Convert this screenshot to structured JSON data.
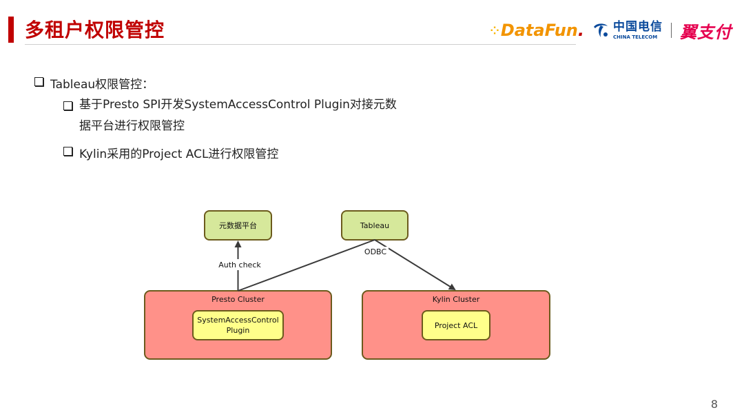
{
  "header": {
    "title": "多租户权限管控",
    "logos": {
      "datafun": "DataFun",
      "datafun_period": ".",
      "telecom_cn": "中国电信",
      "telecom_en": "CHINA TELECOM",
      "bestpay": "翼支付"
    }
  },
  "bullets": {
    "item1": "Tableau权限管控：",
    "item1_sub1_line1": "基于Presto SPI开发SystemAccessControl Plugin对接元数",
    "item1_sub1_line2": "据平台进行权限管控",
    "item1_sub2": "Kylin采用的Project ACL进行权限管控"
  },
  "diagram": {
    "nodes": {
      "metadata_platform": "元数据平台",
      "tableau": "Tableau",
      "presto_cluster": "Presto Cluster",
      "plugin_line1": "SystemAccessControl",
      "plugin_line2": "Plugin",
      "kylin_cluster": "Kylin Cluster",
      "project_acl": "Project ACL"
    },
    "edges": {
      "auth_check": "Auth check",
      "odbc": "ODBC"
    }
  },
  "colors": {
    "title_red": "#c00000",
    "green_node_fill": "#d6e89b",
    "cluster_fill": "#ff9189",
    "inner_fill": "#ffff8a",
    "node_border": "#6b5a1c"
  },
  "page_number": "8"
}
